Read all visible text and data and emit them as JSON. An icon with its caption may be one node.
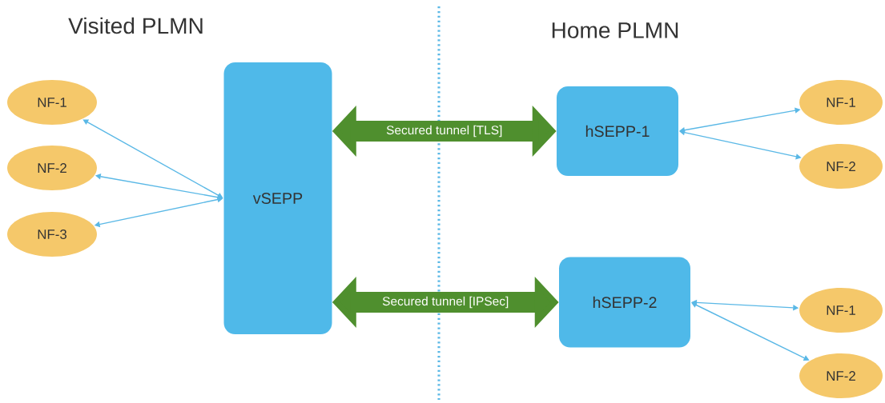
{
  "diagram": {
    "nodes": [
      {
        "text": [
          "NF-1"
        ]
      },
      {
        "text": [
          "NF-2"
        ]
      },
      {
        "text": [
          "NF-3"
        ]
      },
      {
        "text": [
          "vSEPP"
        ]
      },
      {
        "text": [
          "hSEPP-1"
        ]
      },
      {
        "text": [
          "hSEPP-2"
        ]
      },
      {
        "text": [
          "NF-1"
        ]
      },
      {
        "text": [
          "NF-2"
        ]
      },
      {
        "text": [
          "NF-1"
        ]
      },
      {
        "text": [
          "NF-2"
        ]
      }
    ],
    "edges": [
      {
        "from": 3,
        "to": 0,
        "arrow": "both"
      },
      {
        "from": 3,
        "to": 1,
        "arrow": "both"
      },
      {
        "from": 3,
        "to": 2,
        "arrow": "both"
      },
      {
        "from": 3,
        "to": 4,
        "arrow": "both",
        "label": "Secured tunnel [TLS]",
        "style": "thick",
        "color": "#4f8f2e"
      },
      {
        "from": 3,
        "to": 5,
        "arrow": "both",
        "label": "Secured tunnel [IPSec]",
        "style": "thick",
        "color": "#4f8f2e"
      },
      {
        "from": 4,
        "to": 6,
        "arrow": "both"
      },
      {
        "from": 4,
        "to": 7,
        "arrow": "both"
      },
      {
        "from": 5,
        "to": 8,
        "arrow": "both"
      },
      {
        "from": 5,
        "to": 9,
        "arrow": "both"
      }
    ],
    "labels": [
      "Visited PLMN",
      "Home PLMN"
    ]
  }
}
